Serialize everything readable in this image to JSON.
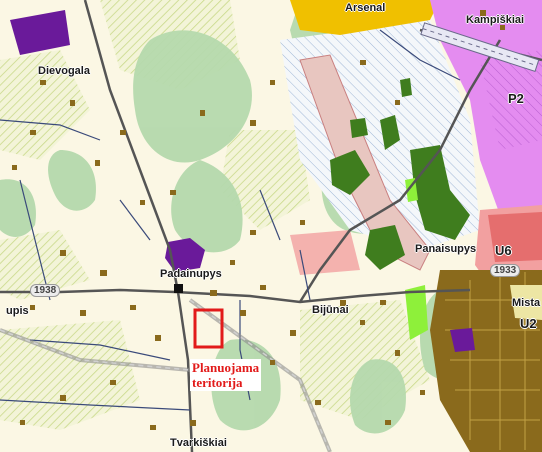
{
  "map": {
    "places": {
      "dievogala": "Dievogala",
      "padainupys": "Padainupys",
      "bijunai": "Bijūnai",
      "panaisupys": "Panaisupys",
      "kampiskiai": "Kampiškiai",
      "arsenal": "Arsenal",
      "upis": "upis",
      "mista": "Mista",
      "tvarkiskiai": "Tvarkiškiai"
    },
    "zones": {
      "p2": "P2",
      "u6": "U6",
      "u2": "U2"
    },
    "roads": {
      "r1938": "1938",
      "r1933": "1933"
    },
    "planned_area": {
      "line1": "Planuojama",
      "line2": "teritorija"
    },
    "colors": {
      "background": "#fbf7e4",
      "forest": "#b5d9ad",
      "dark_forest": "#3f7d1e",
      "purple_zone": "#e48cf0",
      "violet_building": "#6a1a9a",
      "industrial_red": "#f2a0a0",
      "brown_urban": "#8a6a1c",
      "yellow_zone": "#f0c000",
      "plan_outline": "#e21a1a"
    }
  }
}
